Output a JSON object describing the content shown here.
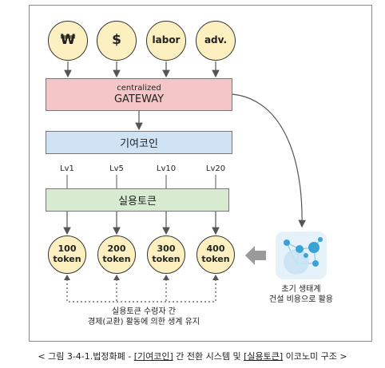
{
  "currencies": [
    "₩",
    "$",
    "labor",
    "adv."
  ],
  "gateway": {
    "line1": "centralized",
    "line2": "GATEWAY"
  },
  "contribution_coin": "기여코인",
  "levels": [
    "Lv1",
    "Lv5",
    "Lv10",
    "Lv20"
  ],
  "utility_token": "실용토큰",
  "tokens": [
    {
      "amount": "100",
      "unit": "token"
    },
    {
      "amount": "200",
      "unit": "token"
    },
    {
      "amount": "300",
      "unit": "token"
    },
    {
      "amount": "400",
      "unit": "token"
    }
  ],
  "ecosystem": {
    "line1": "초기 생태계",
    "line2": "건설 비용으로 활용"
  },
  "exchange_note": {
    "line1": "실용토큰 수령자 간",
    "line2": "경제(교환) 활동에 의한 생계 유지"
  },
  "caption": {
    "prefix": "< 그림 3-4-1.법정화폐 - ",
    "coin_bracket": "[기여코인]",
    "middle": " 간 전환 시스템 및 ",
    "token_bracket": "[실용토큰]",
    "suffix": " 이코노미 구조 >"
  },
  "colors": {
    "circle_fill": "#fdf0c0",
    "gateway_fill": "#f5c6c8",
    "coin_fill": "#cfe3f5",
    "token_fill": "#d6ebcf",
    "eco_bubble": "#3aa3d6"
  }
}
